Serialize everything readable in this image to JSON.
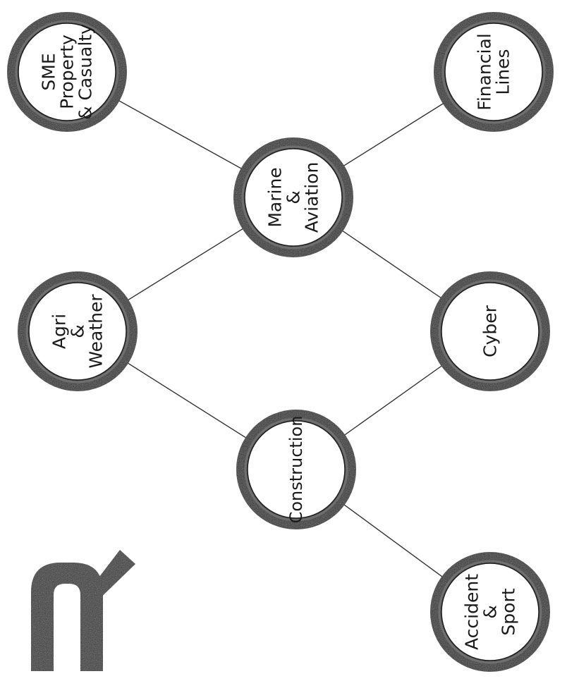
{
  "diagram": {
    "nodes": [
      {
        "id": "sme",
        "lines": [
          "SME",
          "Property",
          "& Casualty"
        ]
      },
      {
        "id": "financial",
        "lines": [
          "Financial",
          "Lines"
        ]
      },
      {
        "id": "marine",
        "lines": [
          "Marine",
          "&",
          "Aviation"
        ]
      },
      {
        "id": "agri",
        "lines": [
          "Agri",
          "&",
          "Weather"
        ]
      },
      {
        "id": "cyber",
        "lines": [
          "Cyber"
        ]
      },
      {
        "id": "construction",
        "lines": [
          "Construction"
        ]
      },
      {
        "id": "accident",
        "lines": [
          "Accident",
          "&",
          "Sport"
        ]
      }
    ],
    "edges": [
      [
        "sme",
        "marine"
      ],
      [
        "financial",
        "marine"
      ],
      [
        "marine",
        "agri"
      ],
      [
        "marine",
        "cyber"
      ],
      [
        "agri",
        "construction"
      ],
      [
        "cyber",
        "construction"
      ],
      [
        "construction",
        "accident"
      ]
    ],
    "colors": {
      "ring": "#1e1e1e",
      "ring_inner": "#6f6f6f",
      "line": "#333333",
      "logo": "#2b2b2b"
    }
  }
}
